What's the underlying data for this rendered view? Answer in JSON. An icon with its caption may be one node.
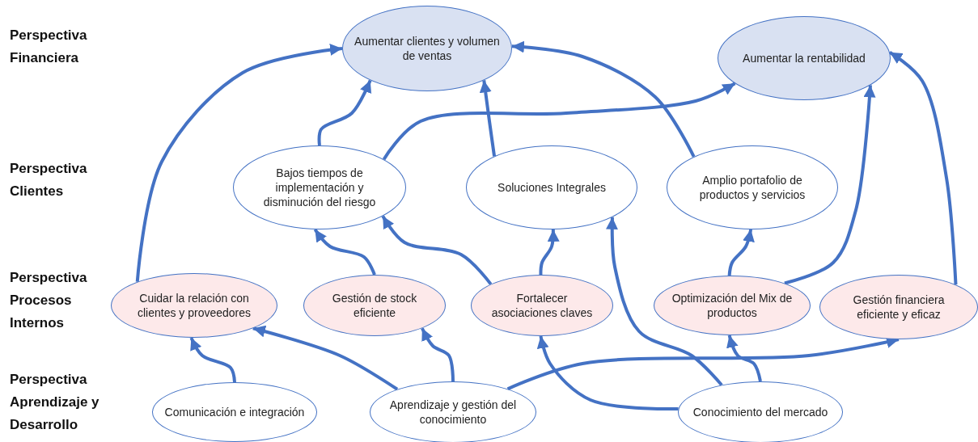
{
  "diagram": {
    "nodes": [
      {
        "text": [
          "Aumentar clientes y volumen de ventas"
        ]
      },
      {
        "text": [
          "Aumentar la rentabilidad"
        ]
      },
      {
        "text": [
          "Bajos tiempos de implementación y disminución del riesgo"
        ]
      },
      {
        "text": [
          "Soluciones Integrales"
        ]
      },
      {
        "text": [
          "Amplio portafolio de productos y servicios"
        ]
      },
      {
        "text": [
          "Cuidar la relación con clientes y proveedores"
        ]
      },
      {
        "text": [
          "Gestión de stock eficiente"
        ]
      },
      {
        "text": [
          "Fortalecer asociaciones claves"
        ]
      },
      {
        "text": [
          "Optimización del Mix de productos"
        ]
      },
      {
        "text": [
          "Gestión financiera eficiente y eficaz"
        ]
      },
      {
        "text": [
          "Comunicación e integración"
        ]
      },
      {
        "text": [
          "Aprendizaje y gestión del conocimiento"
        ]
      },
      {
        "text": [
          "Conocimiento del mercado"
        ]
      }
    ],
    "edges": [
      {
        "from": 5,
        "to": 0,
        "arrow": "to"
      },
      {
        "from": 2,
        "to": 0,
        "arrow": "to"
      },
      {
        "from": 3,
        "to": 0,
        "arrow": "to"
      },
      {
        "from": 4,
        "to": 0,
        "arrow": "to"
      },
      {
        "from": 2,
        "to": 1,
        "arrow": "to"
      },
      {
        "from": 8,
        "to": 1,
        "arrow": "to"
      },
      {
        "from": 9,
        "to": 1,
        "arrow": "to"
      },
      {
        "from": 6,
        "to": 2,
        "arrow": "to"
      },
      {
        "from": 7,
        "to": 2,
        "arrow": "to"
      },
      {
        "from": 7,
        "to": 3,
        "arrow": "to"
      },
      {
        "from": 12,
        "to": 3,
        "arrow": "to"
      },
      {
        "from": 8,
        "to": 4,
        "arrow": "to"
      },
      {
        "from": 10,
        "to": 5,
        "arrow": "to"
      },
      {
        "from": 11,
        "to": 5,
        "arrow": "to"
      },
      {
        "from": 11,
        "to": 6,
        "arrow": "to"
      },
      {
        "from": 11,
        "to": 9,
        "arrow": "to"
      },
      {
        "from": 12,
        "to": 7,
        "arrow": "to"
      },
      {
        "from": 12,
        "to": 8,
        "arrow": "to"
      }
    ],
    "labels": [
      "Perspectiva Financiera",
      "Perspectiva Clientes",
      "Perspectiva Procesos Internos",
      "Perspectiva Aprendizaje y Desarrollo"
    ]
  }
}
